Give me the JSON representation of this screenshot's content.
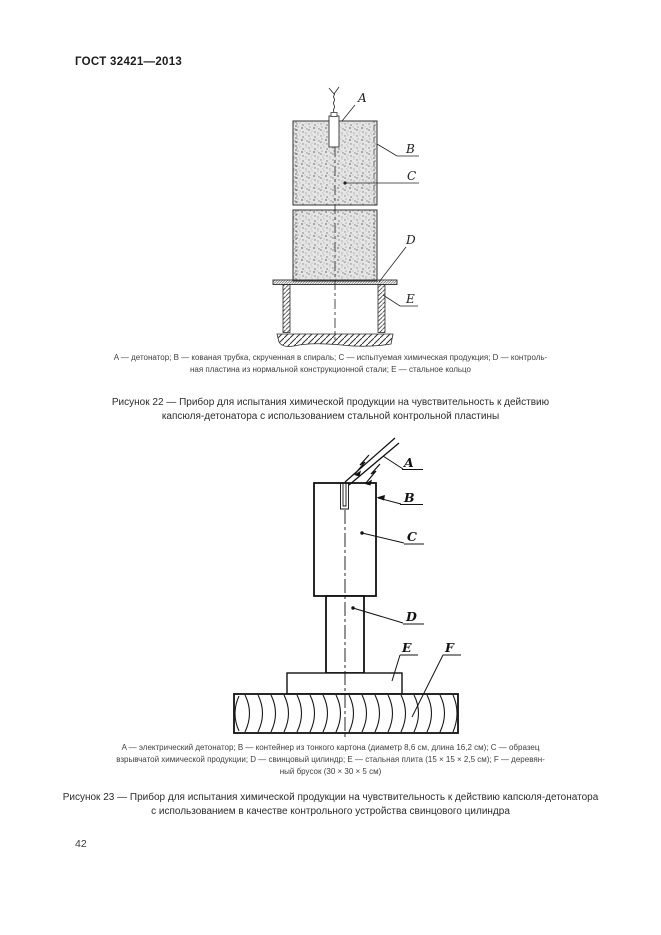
{
  "page": {
    "header": "ГОСТ 32421—2013",
    "page_number": "42"
  },
  "figure22": {
    "labels": {
      "a": "A",
      "b": "B",
      "c": "C",
      "d": "D",
      "e": "E"
    },
    "legend_lines": [
      "A — детонатор; B — кованая трубка, скрученная в спираль; C — испытуемая химическая продукция; D — контроль-",
      "ная пластина из нормальной конструкционной стали; E — стальное кольцо"
    ],
    "title_lines": [
      "Рисунок 22 — Прибор для испытания химической продукции на чувствительность к действию",
      "капсюля-детонатора с использованием стальной контрольной пластины"
    ]
  },
  "figure23": {
    "labels": {
      "a": "A",
      "b": "B",
      "c": "C",
      "d": "D",
      "e": "E",
      "f": "F"
    },
    "legend_lines": [
      "A — электрический детонатор; B — контейнер из тонкого картона (диаметр 8,6 см, длина 16,2 см); C — образец",
      "взрывчатой химической продукции; D — свинцовый цилиндр; E — стальная плита (15 × 15 × 2,5 см); F — деревян-",
      "ный брусок (30 × 30 × 5 см)"
    ],
    "title_lines": [
      "Рисунок 23 — Прибор для испытания химической продукции на чувствительность к действию капсюля-детонатора",
      "с использованием в качестве контрольного устройства свинцового цилиндра"
    ]
  }
}
